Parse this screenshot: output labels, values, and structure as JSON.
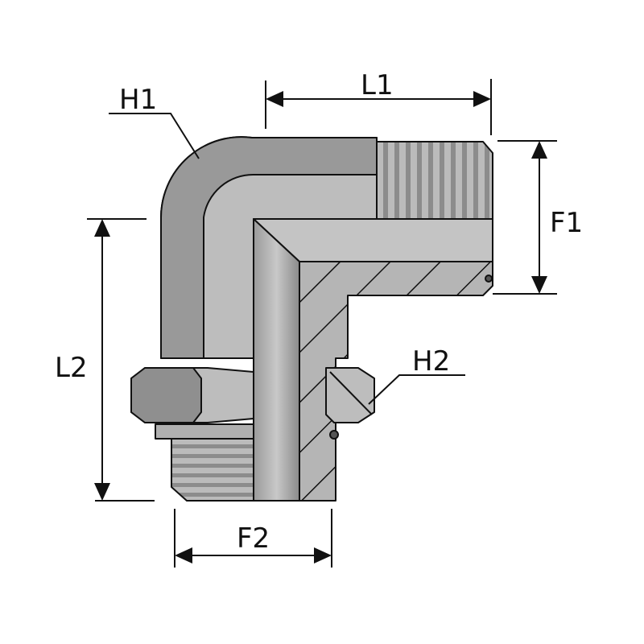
{
  "labels": {
    "h1": "H1",
    "h2": "H2",
    "l1": "L1",
    "l2": "L2",
    "f1": "F1",
    "f2": "F2"
  },
  "colors": {
    "stroke": "#111111",
    "body_light": "#bdbdbd",
    "body_dark": "#8e8e8e",
    "section": "#b3b3b3",
    "background": "#ffffff"
  }
}
